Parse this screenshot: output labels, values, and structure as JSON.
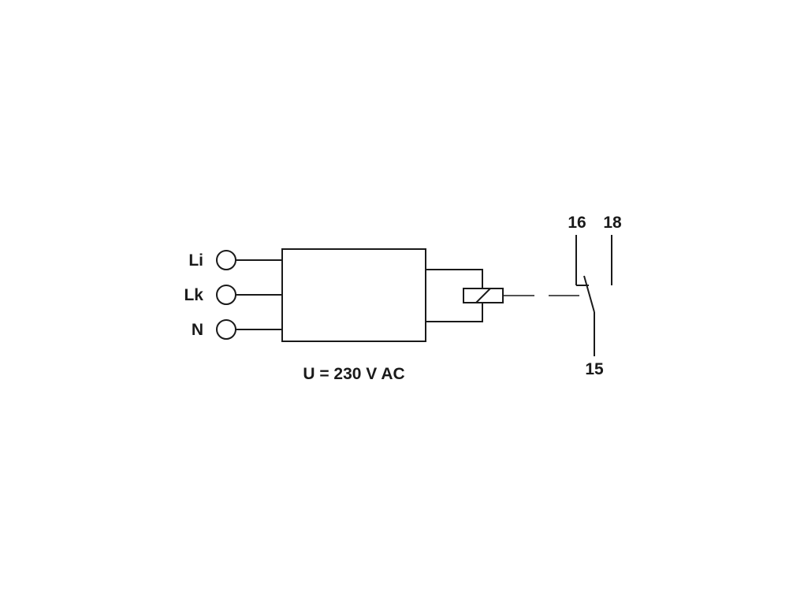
{
  "terminals": {
    "li": "Li",
    "lk": "Lk",
    "n": "N"
  },
  "supply_label": "U = 230 V AC",
  "contacts": {
    "c16": "16",
    "c18": "18",
    "c15": "15"
  },
  "colors": {
    "line": "#1a1a1a",
    "background": "#ffffff"
  }
}
